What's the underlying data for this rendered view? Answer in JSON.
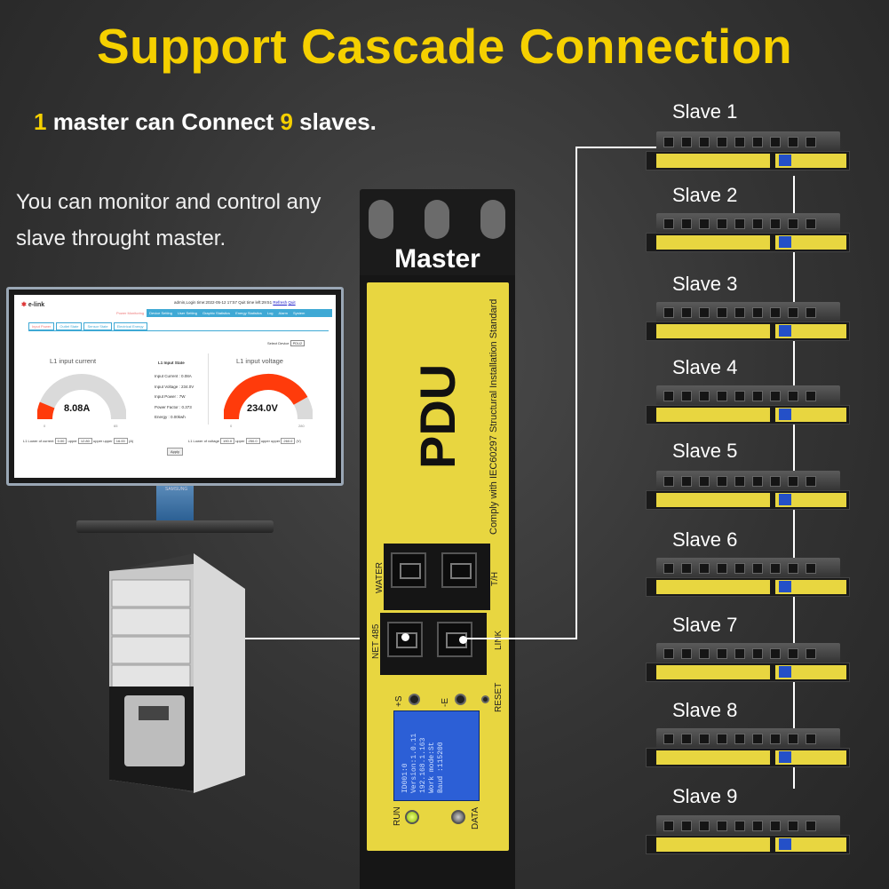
{
  "title": "Support Cascade Connection",
  "subline": {
    "n1": "1",
    "t1": " master can Connect ",
    "n2": "9",
    "t2": " slaves."
  },
  "description": "You can monitor and control any slave throught master.",
  "master_label": "Master",
  "pdu": {
    "name": "PDU",
    "standard": "Comply with IEC60297 Structural Installation Standard",
    "ports": [
      "WATER",
      "T/H",
      "NET 485",
      "LINK"
    ],
    "buttons": [
      "+S",
      "-E",
      "RESET"
    ],
    "indicators": [
      "RUN",
      "DATA"
    ],
    "lcd": "ID001:0\nVersion:1.0.11\n192.168.1.163\nWork mode:St\nBaud :115200"
  },
  "slaves": [
    "Slave 1",
    "Slave 2",
    "Slave 3",
    "Slave 4",
    "Slave 5",
    "Slave 6",
    "Slave 7",
    "Slave 8",
    "Slave 9"
  ],
  "web": {
    "logo": "e-link",
    "login": "admin,Login time:2022-05-12 17:57 Quit time left:29:51",
    "refresh": "Refresh",
    "quit": "Quit",
    "nav": [
      "Power Monitoring",
      "Device Setting",
      "User Setting",
      "Graphic Statistics",
      "Energy Statistics",
      "Log",
      "Alarm",
      "System"
    ],
    "tabs": [
      "Input Power",
      "Outlet State",
      "Sensor State",
      "Electrical Energy"
    ],
    "select_label": "Select Device",
    "select_value": "PDU2",
    "current": {
      "title": "L1 input current",
      "value": "8.08A",
      "min": "0",
      "max": "65",
      "fraction": 0.124
    },
    "voltage": {
      "title": "L1 input voltage",
      "value": "234.0V",
      "min": "0",
      "max": "280",
      "fraction": 0.836
    },
    "state": {
      "title": "L1 Input State",
      "lines": [
        "Input Current : 0.08A",
        "Input Voltage : 234.0V",
        "Input Power : 7W",
        "Power Factor : 0.373",
        "Energy : 0.00kwh"
      ]
    },
    "limits_current": {
      "label": "L1 Lower of current",
      "v1": "0.00",
      "upper_label": "upper",
      "v2": "12.80",
      "upper_upper_label": "upper upper",
      "v3": "16.00",
      "unit": "(A)"
    },
    "limits_voltage": {
      "label": "L1 Lower of voltage",
      "v1": "190.0",
      "upper_label": "upper",
      "v2": "250.0",
      "upper_upper_label": "upper upper",
      "v3": "260.0",
      "unit": "(V)"
    },
    "apply": "Apply",
    "brand": "SAMSUNG"
  },
  "colors": {
    "accent": "#f5d000",
    "pdu_yellow": "#e8d640",
    "gauge_red": "#ff3b0b",
    "lcd_blue": "#2c5fd6",
    "tab_blue": "#3fa9d5"
  }
}
